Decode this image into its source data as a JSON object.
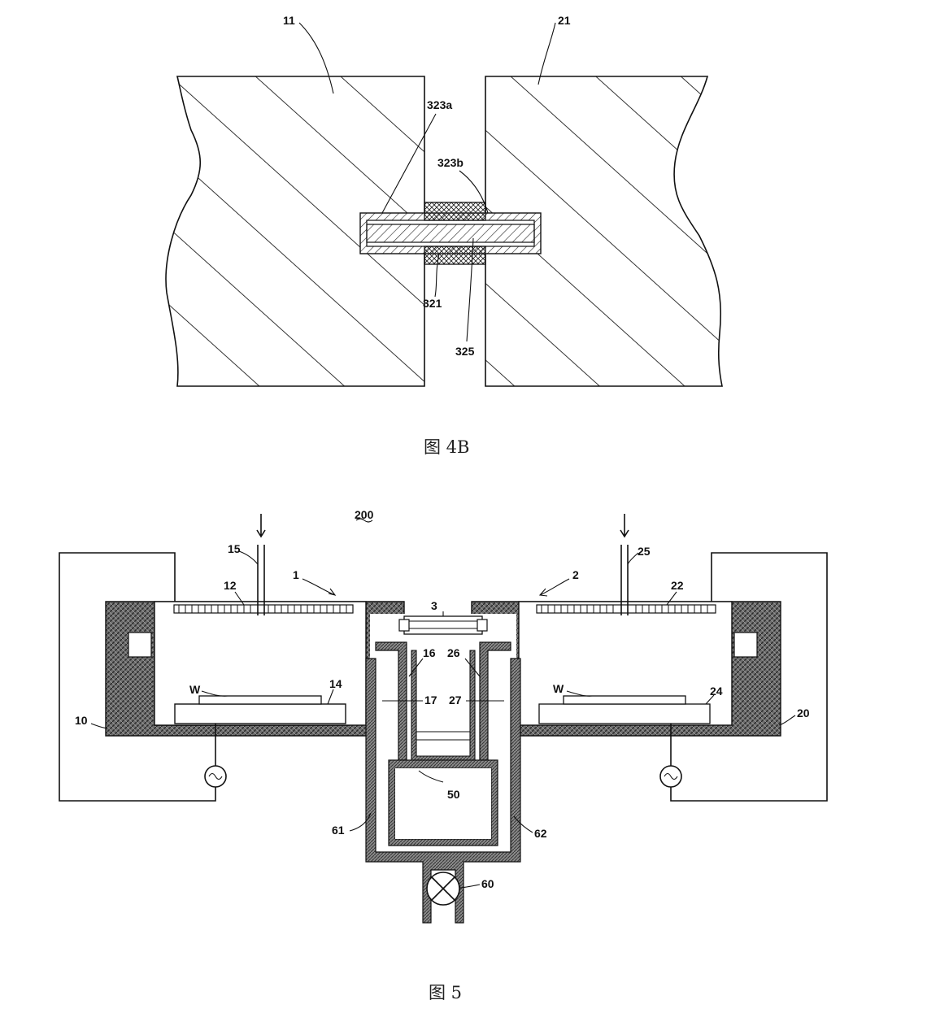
{
  "figure_4b": {
    "caption": "图 4B",
    "labels": {
      "block_left": "11",
      "block_right": "21",
      "shell_upper_left": "323a",
      "shell_upper_right": "323b",
      "shell_lower": "321",
      "pin": "325"
    }
  },
  "figure_5": {
    "caption": "图 5",
    "labels": {
      "apparatus": "200",
      "chamber_1": "1",
      "chamber_2": "2",
      "connector": "3",
      "gas_inlet_1": "15",
      "gas_inlet_2": "25",
      "showerhead_1": "12",
      "showerhead_2": "22",
      "wafer_1": "W",
      "wafer_2": "W",
      "stage_1": "14",
      "stage_2": "24",
      "body_1": "10",
      "body_2": "20",
      "port_1_outer": "16",
      "port_2_outer": "26",
      "port_1_inner": "17",
      "port_2_inner": "27",
      "collector": "50",
      "exhaust_1": "61",
      "exhaust_2": "62",
      "valve": "60"
    }
  }
}
